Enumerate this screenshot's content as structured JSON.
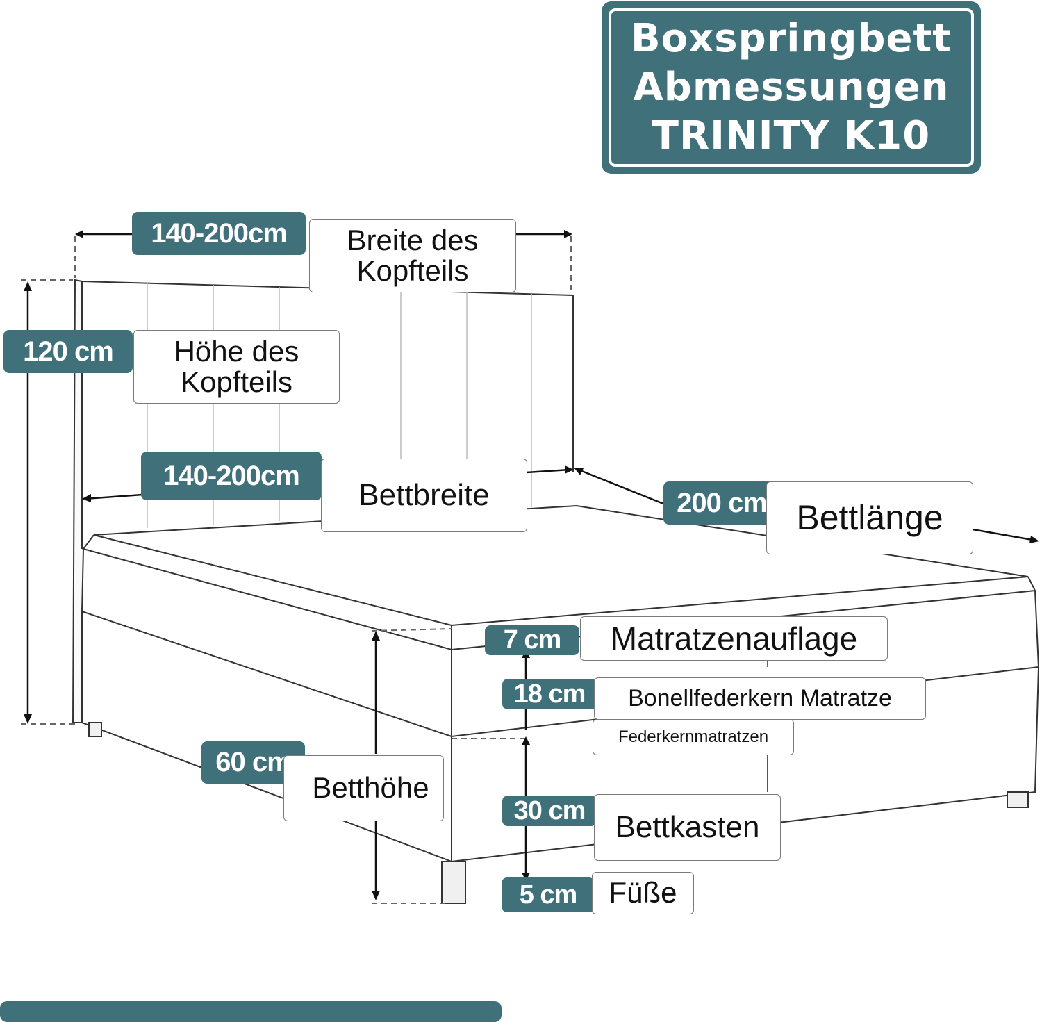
{
  "title": {
    "lines": [
      "Boxspringbett",
      "Abmessungen",
      "TRINITY K10"
    ]
  },
  "colors": {
    "accent": "#40707a",
    "background": "#ffffff",
    "line": "#222222"
  },
  "dimensions": [
    {
      "value": "140-200cm",
      "label": "Breite des Kopfteils"
    },
    {
      "value": "120 cm",
      "label": "Höhe des Kopfteils"
    },
    {
      "value": "140-200cm",
      "label": "Bettbreite"
    },
    {
      "value": "200 cm",
      "label": "Bettlänge"
    },
    {
      "value": "7 cm",
      "label": "Matratzenauflage"
    },
    {
      "value": "18 cm",
      "label": "Bonellfederkern Matratze",
      "sublabel": "Federkernmatratzen"
    },
    {
      "value": "60 cm",
      "label": "Betthöhe"
    },
    {
      "value": "30 cm",
      "label": "Bettkasten"
    },
    {
      "value": "5 cm",
      "label": "Füße"
    }
  ]
}
